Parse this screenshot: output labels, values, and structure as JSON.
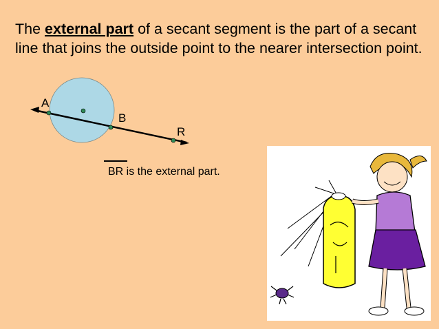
{
  "definition": {
    "prefix": "The ",
    "term": "external part",
    "suffix": " of a secant segment is the part of a secant line that joins the outside point to the nearer intersection point."
  },
  "diagram": {
    "points": {
      "a": "A",
      "b": "B",
      "r": "R"
    },
    "caption_segment": "BR",
    "caption_rest": " is the external part.",
    "colors": {
      "circle_fill": "#add8e6",
      "point_fill": "#2e8b57",
      "line": "#000000",
      "background": "#fccc9a"
    }
  },
  "cartoon": {
    "icon": "girl-spraying-bug-clipart",
    "colors": {
      "can": "#ffff33",
      "shirt": "#b57ad6",
      "skirt": "#6a1fa0",
      "hair": "#e8b83c"
    }
  }
}
